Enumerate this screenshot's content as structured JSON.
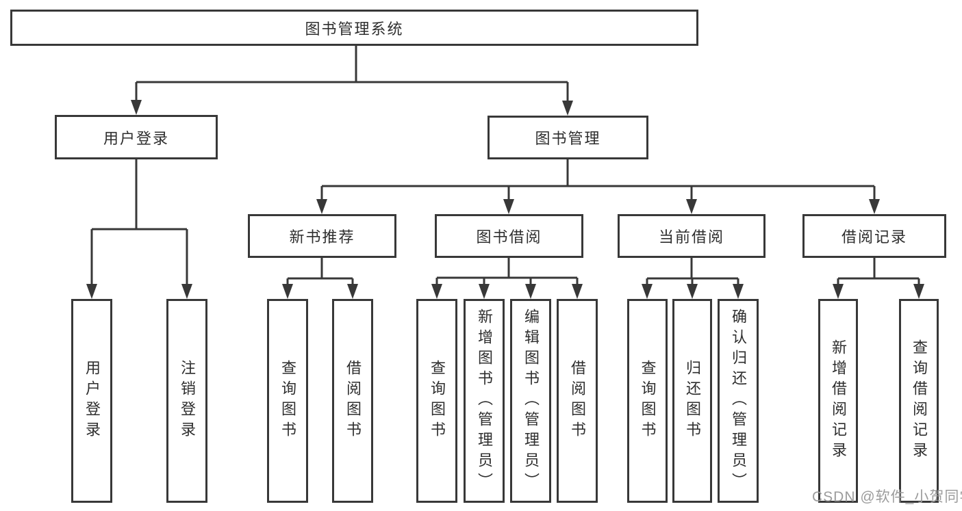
{
  "tree": {
    "label": "图书管理系统",
    "children": [
      {
        "label": "用户登录",
        "children": [
          {
            "label": "用户登录"
          },
          {
            "label": "注销登录"
          }
        ]
      },
      {
        "label": "图书管理",
        "children": [
          {
            "label": "新书推荐",
            "children": [
              {
                "label": "查询图书"
              },
              {
                "label": "借阅图书"
              }
            ]
          },
          {
            "label": "图书借阅",
            "children": [
              {
                "label": "查询图书"
              },
              {
                "label": "新增图书（管理员）"
              },
              {
                "label": "编辑图书（管理员）"
              },
              {
                "label": "借阅图书"
              }
            ]
          },
          {
            "label": "当前借阅",
            "children": [
              {
                "label": "查询图书"
              },
              {
                "label": "归还图书"
              },
              {
                "label": "确认归还（管理员）"
              }
            ]
          },
          {
            "label": "借阅记录",
            "children": [
              {
                "label": "新增借阅记录"
              },
              {
                "label": "查询借阅记录"
              }
            ]
          }
        ]
      }
    ]
  },
  "watermark": "CSDN @软件_小贺同学",
  "colors": {
    "line": "#383838",
    "box_border": "#383838",
    "box_fill": "#ffffff",
    "text": "#2e2e2e",
    "watermark": "#9c9c9c",
    "background": "#ffffff"
  }
}
